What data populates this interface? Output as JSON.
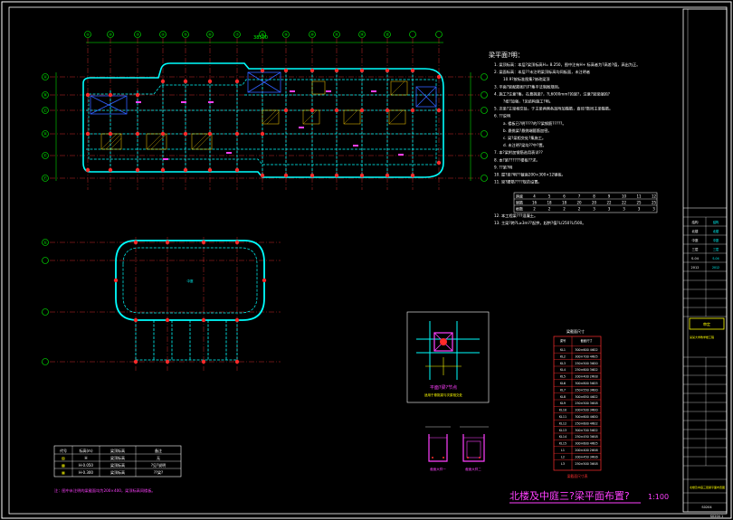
{
  "drawing": {
    "title": "北楼及中庭三?梁平面布置?",
    "scale": "1:100",
    "page_no": "S0204 1",
    "dimension_top": "38500"
  },
  "grid_axes": {
    "cols": [
      "①",
      "②",
      "③",
      "④",
      "⑤",
      "⑥",
      "⑦",
      "⑧",
      "⑨",
      "⑩",
      "⑪",
      "⑫",
      "⑬"
    ],
    "rows": [
      "Ⓐ",
      "Ⓑ",
      "Ⓒ",
      "Ⓓ",
      "Ⓔ",
      "Ⓕ",
      "Ⓖ"
    ]
  },
  "notes": {
    "heading": "梁平面?明：",
    "items": [
      "1. 梁顶标高：本层?梁顶标高H= 8.250，图中注有H+ 标高者为?高差?值，高出为正。",
      "2. 梁面标高：本层??未注明梁顶标高均同板面，未注明者",
      "   10.9?按标准图集?修改梁顶",
      "3. 平面?梁配筋图?详?集平法制图规则。",
      "4. 施工?注意?集，在悬挑梁?，?L6000mm?的梁?，注意?梁梁端的?",
      "   ?扭?加强，?见结构施工?明。",
      "5. 次梁?主梁相交处，于主梁两侧各加附加箍筋，直径?数同主梁箍筋。",
      "6. ??说明",
      "   a. 楼板已?明????的??梁钢筋?????。",
      "   b. 悬挑梁?悬挑端箍筋加密。",
      "   c. 梁?梁相交处?集施工。",
      "   d. 未注明?梁均??中?置。",
      "7. 本?梁附加钢筋选用表详??",
      "8. 本?梁??????楼板??求。",
      "9. ??梁?明",
      "10. 屋?梁?明??截面200×300×12钢板。",
      "11. 梁?腰筋????规范设置。",
      "12. 本工程梁???混凝土。",
      "13. 主梁?跨?L≥3m??起拱，起拱?值?L/250?L/500。"
    ],
    "table_head": [
      "跨度",
      "4",
      "5",
      "6",
      "7",
      "8",
      "9",
      "10",
      "11",
      "12"
    ],
    "table_row1": [
      "钢筋",
      "16",
      "18",
      "18",
      "20",
      "20",
      "22",
      "22",
      "25",
      "25"
    ],
    "table_row2": [
      "根数",
      "2",
      "2",
      "2",
      "2",
      "3",
      "3",
      "3",
      "3",
      "3"
    ]
  },
  "detail": {
    "caption": "平面?梁?节点",
    "sub": "适用于悬挑梁与次梁相交处"
  },
  "beam_table": {
    "header": [
      "梁号",
      "截面尺寸"
    ],
    "rows": [
      [
        "KL1",
        "300×600 4Φ22"
      ],
      [
        "KL2",
        "300×700 4Φ25"
      ],
      [
        "KL3",
        "250×500 3Φ20"
      ],
      [
        "KL4",
        "250×600 3Φ22"
      ],
      [
        "KL5",
        "200×400 2Φ18"
      ],
      [
        "KL6",
        "300×800 5Φ25"
      ],
      [
        "KL7",
        "250×550 3Φ20"
      ],
      [
        "KL8",
        "300×650 4Φ22"
      ],
      [
        "KL9",
        "250×500 3Φ18"
      ],
      [
        "KL10",
        "200×500 3Φ20"
      ],
      [
        "KL11",
        "300×600 4Φ20"
      ],
      [
        "KL12",
        "250×600 4Φ22"
      ],
      [
        "KL13",
        "300×700 5Φ22"
      ],
      [
        "KL14",
        "250×450 3Φ18"
      ],
      [
        "KL15",
        "300×600 4Φ25"
      ],
      [
        "L1",
        "200×400 2Φ16"
      ],
      [
        "L2",
        "200×450 3Φ16"
      ],
      [
        "L3",
        "250×500 3Φ18"
      ]
    ],
    "caption": "梁截面尺寸表"
  },
  "sections": {
    "a": "截面大样一",
    "b": "截面大样二"
  },
  "legend": {
    "header": [
      "代号",
      "标高(m)",
      "梁顶标高",
      "备注"
    ],
    "rows": [
      [
        "▨",
        "H",
        "梁顶标高",
        "无"
      ],
      [
        "▩",
        "H-0.050",
        "梁顶标高",
        "?见?说明"
      ],
      [
        "▦",
        "H-0.300",
        "梁顶标高",
        "??梁?"
      ]
    ],
    "note": "注：图中未注明的梁截面均为200×400，梁顶标高同楼板。"
  },
  "title_block": {
    "rows": [
      "结构",
      "北楼",
      "中庭",
      "三层",
      "S-04",
      "2012"
    ],
    "project": "某某大学教学楼工程",
    "drawing_name": "北楼及中庭三层梁平面布置图",
    "stamp": "审定",
    "bottom": "S0204"
  },
  "colors": {
    "cyan": "#00ffff",
    "red": "#ff2a2a",
    "yellow": "#ffff00",
    "magenta": "#ff00ff",
    "green": "#00ff00",
    "blue": "#3050ff",
    "white": "#ffffff"
  }
}
